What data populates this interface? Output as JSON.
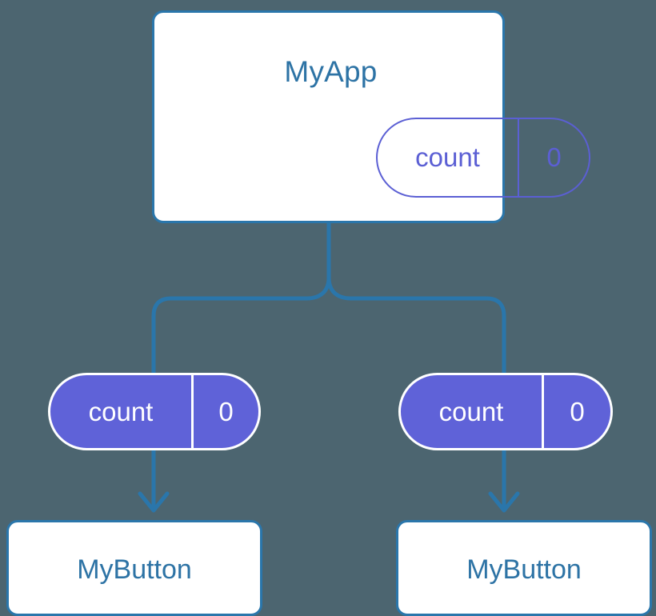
{
  "diagram": {
    "type": "component-tree",
    "title": "MyApp",
    "background_color": "#4c6570",
    "wire_color": "#2a76ab",
    "card_border_color": "#2a76ab",
    "card_fill_color": "#ffffff",
    "title_text_color": "#2d73a5",
    "pill_outline_color": "#5b5fd4",
    "pill_fill_color": "#5f62d8",
    "pill_text_color": "#ffffff"
  },
  "root": {
    "name": "MyApp",
    "state": {
      "key": "count",
      "value": "0"
    }
  },
  "children": [
    {
      "id": "left",
      "prop": {
        "key": "count",
        "value": "0"
      },
      "component": "MyButton"
    },
    {
      "id": "right",
      "prop": {
        "key": "count",
        "value": "0"
      },
      "component": "MyButton"
    }
  ]
}
